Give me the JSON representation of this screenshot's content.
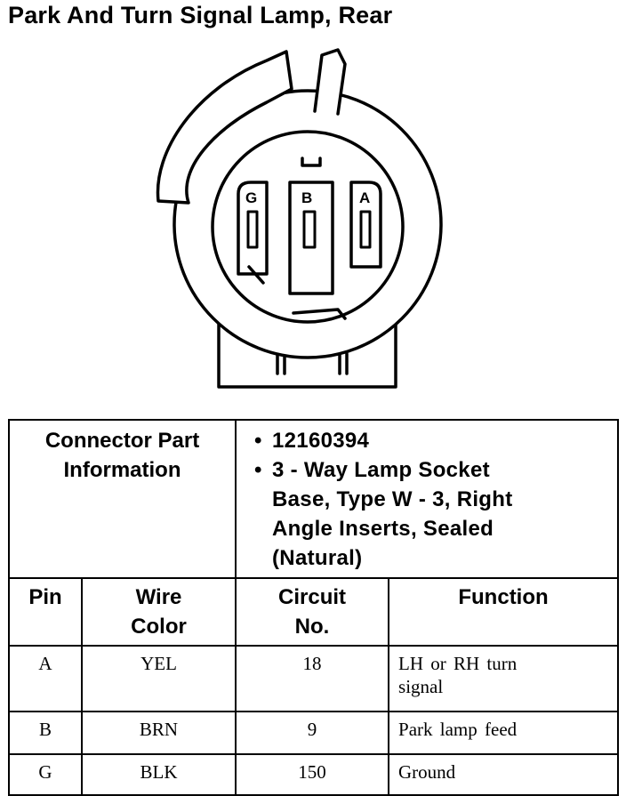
{
  "title": "Park And Turn Signal Lamp, Rear",
  "connector": {
    "pins": [
      "G",
      "B",
      "A"
    ]
  },
  "connector_info": {
    "label_line1": "Connector Part",
    "label_line2": "Information",
    "part_number": "12160394",
    "description_lines": [
      "3 - Way Lamp Socket",
      "Base, Type W - 3, Right",
      "Angle Inserts, Sealed",
      "(Natural)"
    ],
    "bullet": "•"
  },
  "table": {
    "headers": {
      "pin": "Pin",
      "wire_color_line1": "Wire",
      "wire_color_line2": "Color",
      "circuit_line1": "Circuit",
      "circuit_line2": "No.",
      "function": "Function"
    },
    "rows": [
      {
        "pin": "A",
        "wire_color": "YEL",
        "circuit": "18",
        "function_line1": "LH or RH turn",
        "function_line2": "signal"
      },
      {
        "pin": "B",
        "wire_color": "BRN",
        "circuit": "9",
        "function_line1": "Park lamp feed",
        "function_line2": ""
      },
      {
        "pin": "G",
        "wire_color": "BLK",
        "circuit": "150",
        "function_line1": "Ground",
        "function_line2": ""
      }
    ]
  }
}
